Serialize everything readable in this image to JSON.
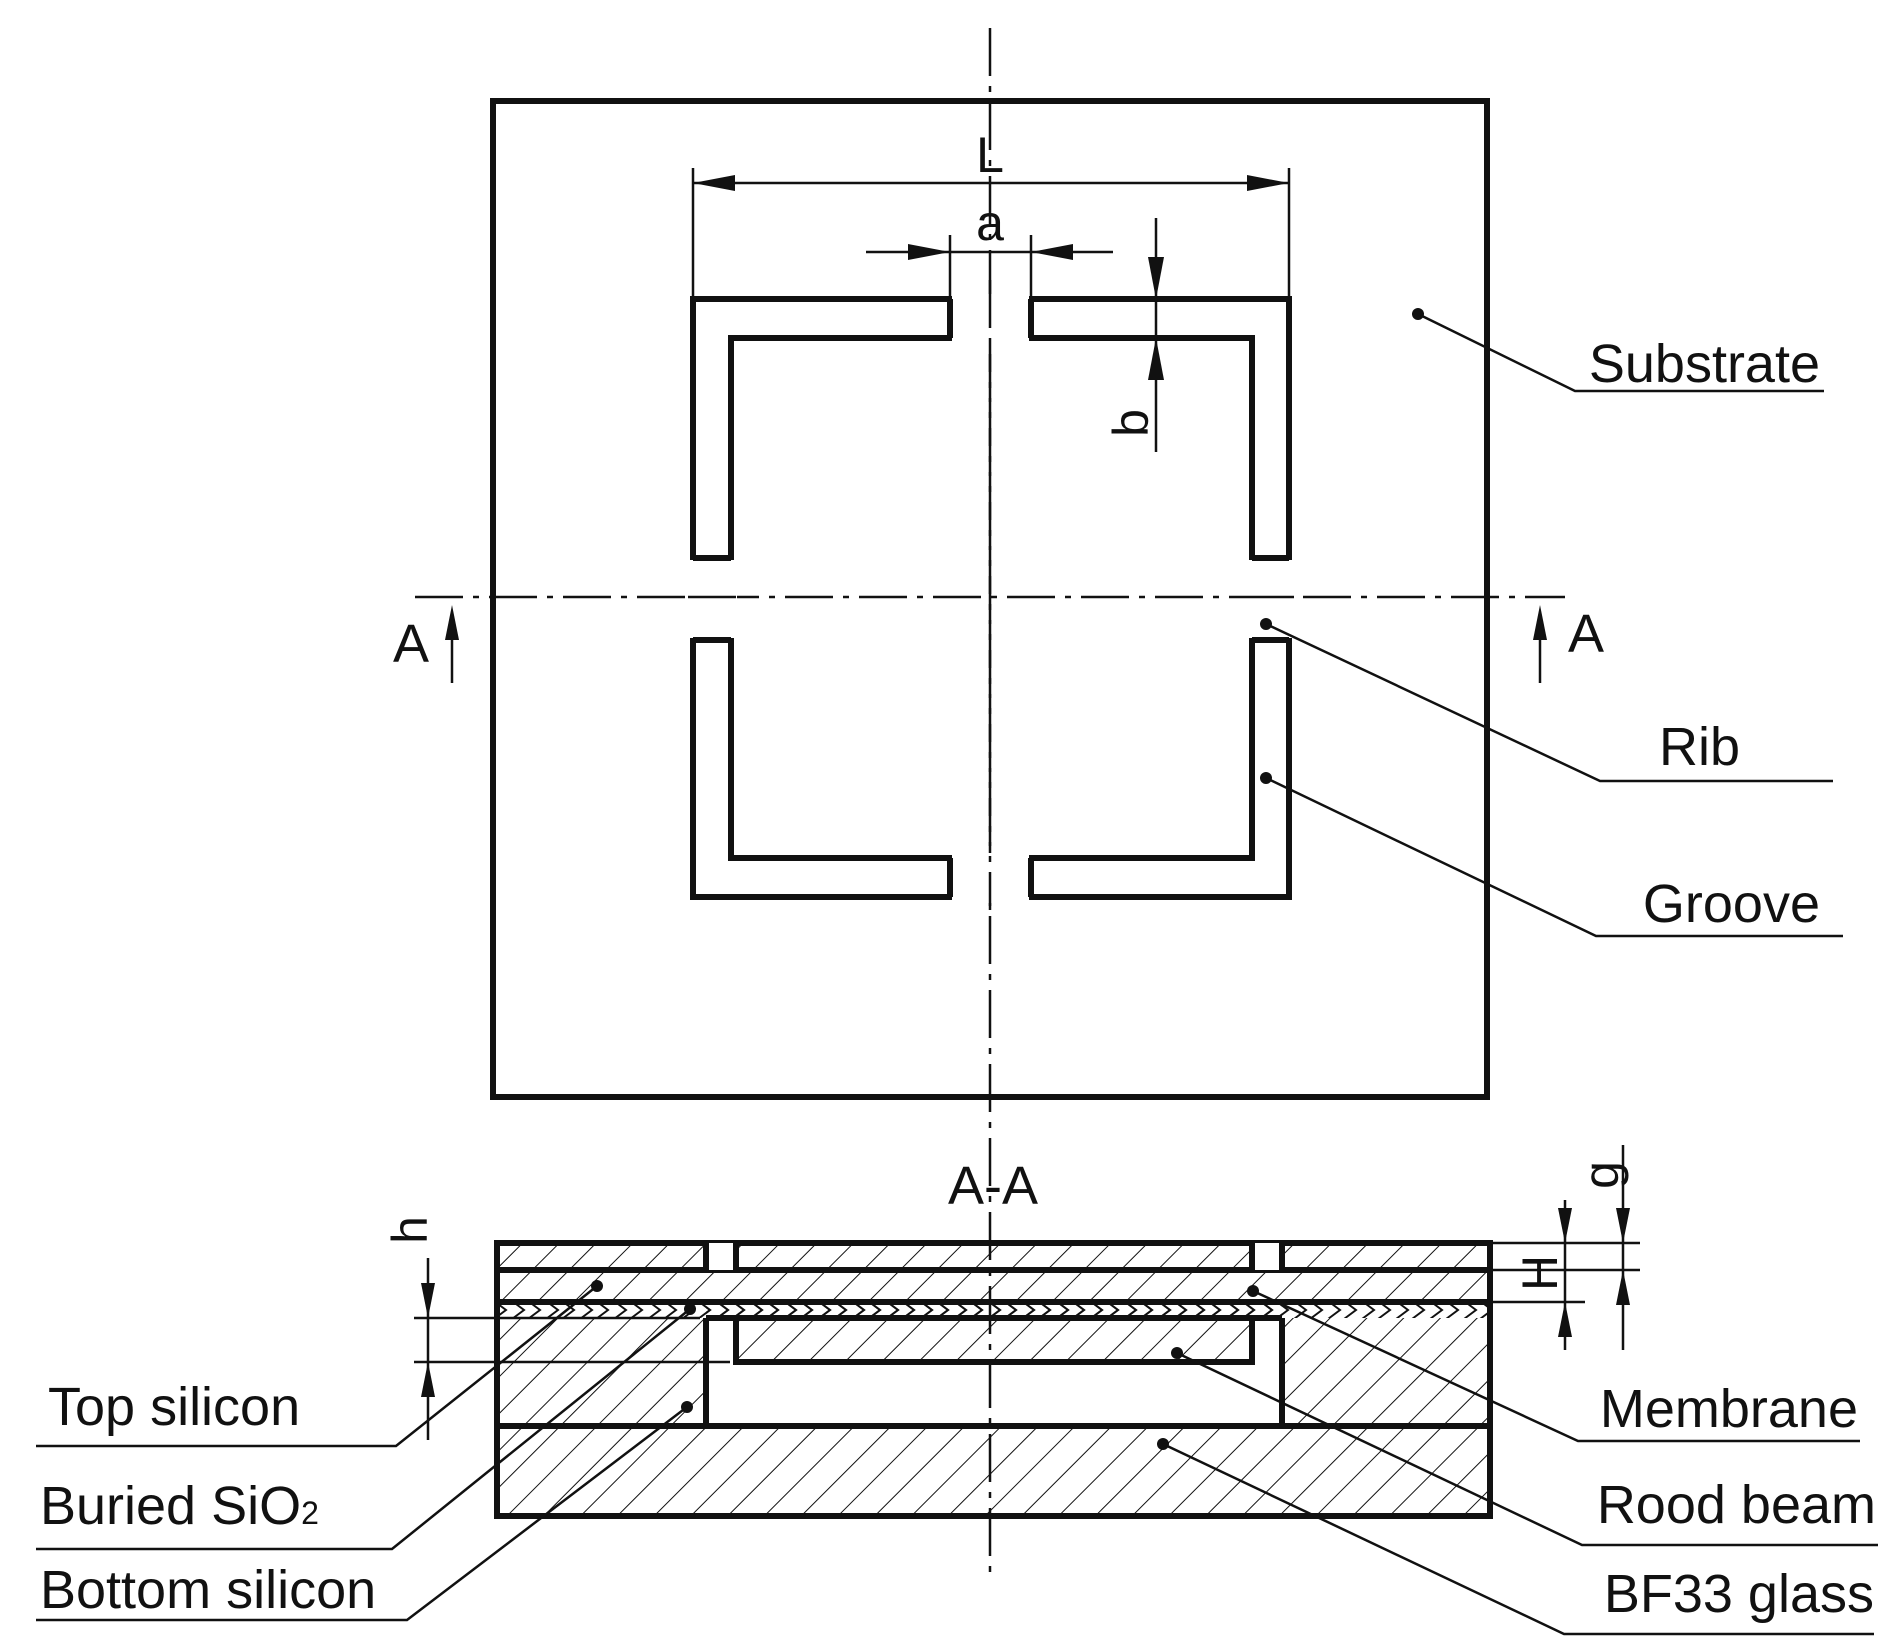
{
  "top_view": {
    "dim_L": "L",
    "dim_a": "a",
    "dim_b": "b",
    "section_mark_left": "A",
    "section_mark_right": "A",
    "labels": {
      "substrate": "Substrate",
      "rib": "Rib",
      "groove": "Groove"
    }
  },
  "section_view": {
    "title": "A-A",
    "dim_h": "h",
    "dim_g": "g",
    "dim_H": "H",
    "labels": {
      "top_silicon": "Top silicon",
      "buried_sio2": "Buried SiO",
      "buried_sio2_sub": "2",
      "bottom_silicon": "Bottom silicon",
      "membrane": "Membrane",
      "rood_beam": "Rood beam",
      "bf33_glass": "BF33 glass"
    }
  },
  "colors": {
    "line": "#111111",
    "background": "#ffffff"
  }
}
